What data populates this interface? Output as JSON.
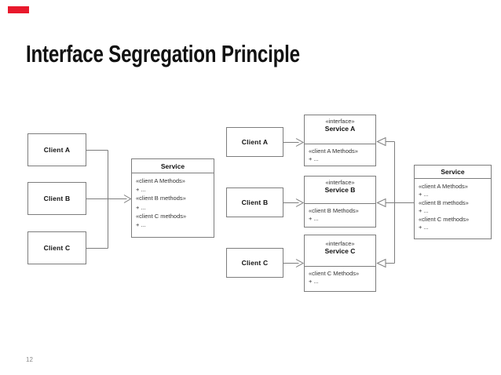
{
  "slide": {
    "title": "Interface Segregation Principle",
    "page_number": "12",
    "accent_color": "#e8192c",
    "line_color": "#7d7d7d"
  },
  "left_diagram": {
    "clients": [
      {
        "label": "Client A"
      },
      {
        "label": "Client B"
      },
      {
        "label": "Client C"
      }
    ],
    "service": {
      "title": "Service",
      "methods": [
        "«client A Methods»",
        "+ ...",
        "«client B methods»",
        "+ ...",
        "«client C methods»",
        "+ ..."
      ]
    }
  },
  "right_diagram": {
    "clients": [
      {
        "label": "Client A"
      },
      {
        "label": "Client B"
      },
      {
        "label": "Client C"
      }
    ],
    "interfaces": [
      {
        "stereotype": "«interface»",
        "name": "Service A",
        "methods": [
          "«client A Methods»",
          "+ ..."
        ]
      },
      {
        "stereotype": "«interface»",
        "name": "Service B",
        "methods": [
          "«client B Methods»",
          "+ ..."
        ]
      },
      {
        "stereotype": "«interface»",
        "name": "Service C",
        "methods": [
          "«client C Methods»",
          "+ ..."
        ]
      }
    ],
    "service": {
      "title": "Service",
      "methods": [
        "«client A Methods»",
        "+ ...",
        "«client B methods»",
        "+ ...",
        "«client C methods»",
        "+ ..."
      ]
    }
  }
}
